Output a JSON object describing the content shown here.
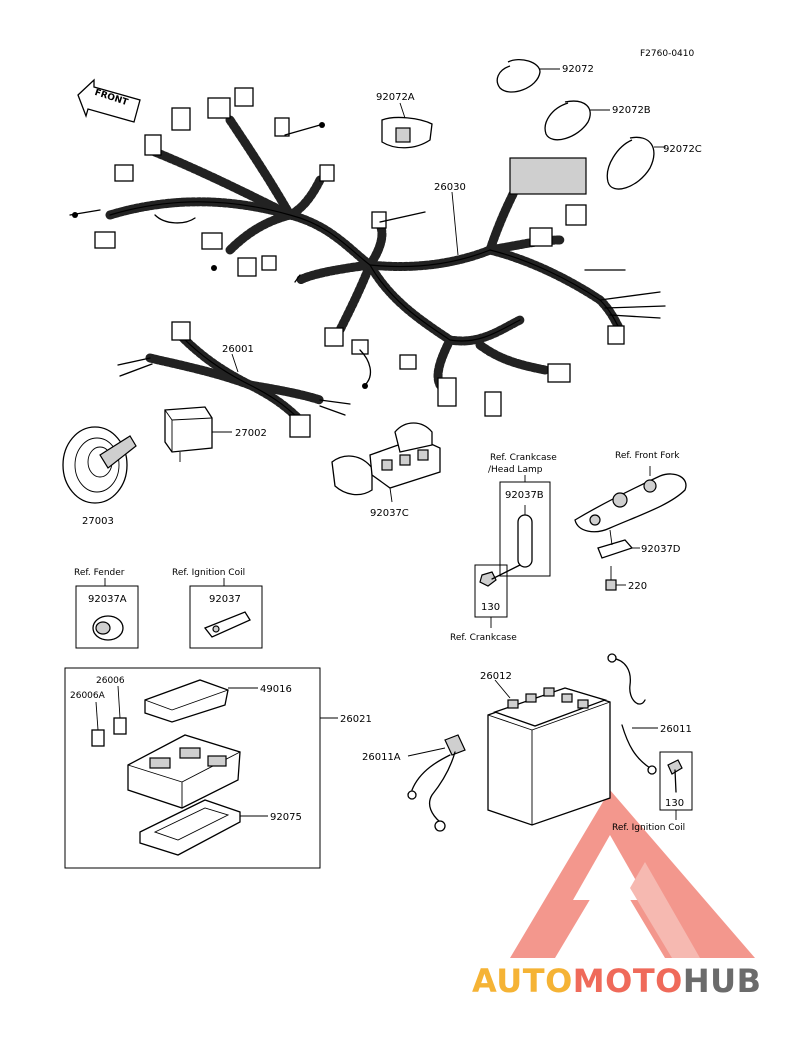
{
  "figure_code": "F2760-0410",
  "front_arrow": "FRONT",
  "part_numbers": {
    "p92072": "92072",
    "p92072A": "92072A",
    "p92072B": "92072B",
    "p92072C": "92072C",
    "p26030": "26030",
    "p26001": "26001",
    "p27002": "27002",
    "p27003": "27003",
    "p92037C": "92037C",
    "p92037B": "92037B",
    "p92037D": "92037D",
    "p220": "220",
    "p130a": "130",
    "p92037A": "92037A",
    "p92037": "92037",
    "p26006": "26006",
    "p26006A": "26006A",
    "p49016": "49016",
    "p26021": "26021",
    "p92075": "92075",
    "p26012": "26012",
    "p26011": "26011",
    "p26011A": "26011A",
    "p130b": "130"
  },
  "references": {
    "crankcase_head_lamp_1": "Ref. Crankcase",
    "crankcase_head_lamp_2": "/Head Lamp",
    "front_fork": "Ref. Front Fork",
    "crankcase": "Ref. Crankcase",
    "fender": "Ref. Fender",
    "ignition_coil_1": "Ref. Ignition Coil",
    "ignition_coil_2": "Ref. Ignition Coil"
  },
  "watermark": {
    "part1": "AUTO",
    "part2": "MOTO",
    "part3": "HUB",
    "color1": "#f5b335",
    "color2": "#ef6a5a",
    "color3": "#6b6b6b"
  }
}
